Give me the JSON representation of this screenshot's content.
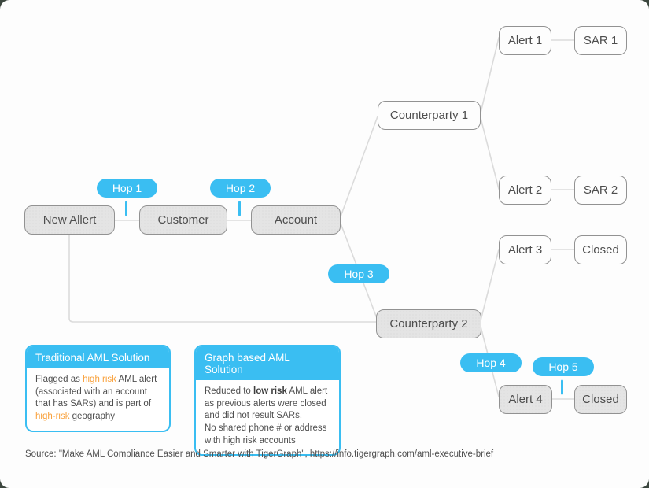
{
  "diagram": {
    "nodes": [
      {
        "id": "new-allert",
        "label": "New Allert",
        "style": "gray"
      },
      {
        "id": "customer",
        "label": "Customer",
        "style": "gray"
      },
      {
        "id": "account",
        "label": "Account",
        "style": "gray"
      },
      {
        "id": "counterparty-1",
        "label": "Counterparty 1",
        "style": "white"
      },
      {
        "id": "counterparty-2",
        "label": "Counterparty 2",
        "style": "gray"
      },
      {
        "id": "alert-1",
        "label": "Alert 1",
        "style": "white"
      },
      {
        "id": "sar-1",
        "label": "SAR 1",
        "style": "white"
      },
      {
        "id": "alert-2",
        "label": "Alert 2",
        "style": "white"
      },
      {
        "id": "sar-2",
        "label": "SAR 2",
        "style": "white"
      },
      {
        "id": "alert-3",
        "label": "Alert 3",
        "style": "white"
      },
      {
        "id": "closed-3",
        "label": "Closed",
        "style": "white"
      },
      {
        "id": "alert-4",
        "label": "Alert 4",
        "style": "gray"
      },
      {
        "id": "closed-4",
        "label": "Closed",
        "style": "gray"
      }
    ],
    "hops": [
      {
        "label": "Hop 1"
      },
      {
        "label": "Hop 2"
      },
      {
        "label": "Hop 3"
      },
      {
        "label": "Hop 4"
      },
      {
        "label": "Hop 5"
      }
    ],
    "edges": [
      "New Allert - Customer",
      "Customer - Account",
      "Account - Counterparty 1",
      "Account - Counterparty 2",
      "New Allert - Counterparty 2",
      "Counterparty 1 - Alert 1",
      "Counterparty 1 - Alert 2",
      "Alert 1 - SAR 1",
      "Alert 2 - SAR 2",
      "Counterparty 2 - Alert 3",
      "Counterparty 2 - Alert 4",
      "Alert 3 - Closed",
      "Alert 4 - Closed"
    ]
  },
  "cards": [
    {
      "title": "Traditional AML Solution",
      "segments": {
        "s1": "Flagged as ",
        "s2": "high risk",
        "s3": " AML alert (associated with an account that has SARs) and is part of ",
        "s4": "high-risk",
        "s5": " geography"
      }
    },
    {
      "title": "Graph based AML Solution",
      "segments": {
        "s1": "Reduced to ",
        "s2": "low risk",
        "s3": " AML alert as previous alerts were closed and did not result SARs.",
        "s4": "No shared phone # or address with high risk accounts"
      }
    }
  ],
  "source": {
    "text": "Source: \"Make AML Compliance Easier and Smarter with TigerGraph\", https://info.tigergraph.com/aml-executive-brief"
  },
  "colors": {
    "accent_blue": "#3abef2",
    "highlight_orange": "#f9a13c",
    "node_gray_fill": "#e4e4e4",
    "node_border": "#929292",
    "connector_gray": "#dbdbdb",
    "page_background": "#fdfdfd"
  }
}
